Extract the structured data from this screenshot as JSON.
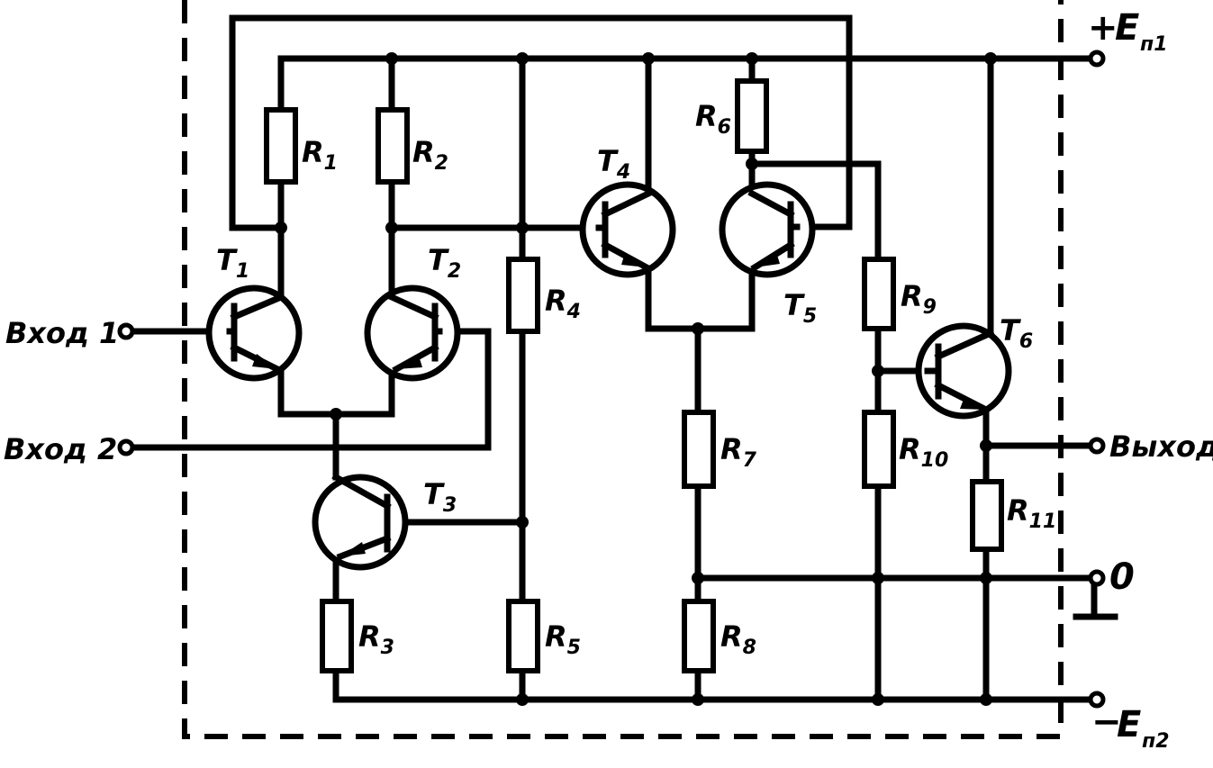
{
  "terminals": {
    "input_1": "Вход 1",
    "input_2": "Вход 2",
    "output": "Выход",
    "supply_pos_sign": "+",
    "supply_pos": "E",
    "supply_pos_sub": "п1",
    "supply_neg_sign": "−",
    "supply_neg": "E",
    "supply_neg_sub": "п2",
    "ground": "0"
  },
  "resistors": {
    "r1": {
      "letter": "R",
      "index": "1"
    },
    "r2": {
      "letter": "R",
      "index": "2"
    },
    "r3": {
      "letter": "R",
      "index": "3"
    },
    "r4": {
      "letter": "R",
      "index": "4"
    },
    "r5": {
      "letter": "R",
      "index": "5"
    },
    "r6": {
      "letter": "R",
      "index": "6"
    },
    "r7": {
      "letter": "R",
      "index": "7"
    },
    "r8": {
      "letter": "R",
      "index": "8"
    },
    "r9": {
      "letter": "R",
      "index": "9"
    },
    "r10": {
      "letter": "R",
      "index": "10"
    },
    "r11": {
      "letter": "R",
      "index": "11"
    }
  },
  "transistors": {
    "t1": {
      "letter": "T",
      "index": "1"
    },
    "t2": {
      "letter": "T",
      "index": "2"
    },
    "t3": {
      "letter": "T",
      "index": "3"
    },
    "t4": {
      "letter": "T",
      "index": "4"
    },
    "t5": {
      "letter": "T",
      "index": "5"
    },
    "t6": {
      "letter": "T",
      "index": "6"
    }
  }
}
